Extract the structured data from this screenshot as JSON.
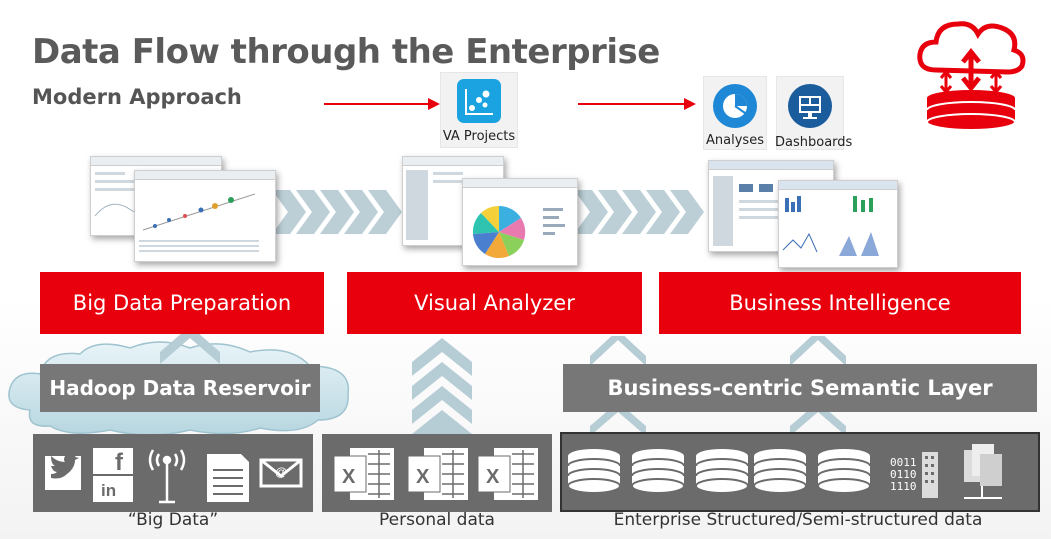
{
  "title": "Data Flow through the Enterprise",
  "subtitle": "Modern Approach",
  "top_icons": {
    "va_projects": "VA Projects",
    "analyses": "Analyses",
    "dashboards": "Dashboards"
  },
  "components": {
    "big_data_prep": "Big Data Preparation",
    "visual_analyzer": "Visual Analyzer",
    "business_intelligence": "Business Intelligence"
  },
  "layers": {
    "hadoop": "Hadoop Data Reservoir",
    "semantic": "Business-centric Semantic Layer"
  },
  "sources": {
    "big_data": "“Big Data”",
    "personal": "Personal data",
    "enterprise": "Enterprise Structured/Semi-structured data"
  },
  "colors": {
    "accent_red": "#e8000c",
    "layer_gray": "#777777",
    "source_gray": "#6b6b6b",
    "icon_blue": "#1e88d6"
  }
}
